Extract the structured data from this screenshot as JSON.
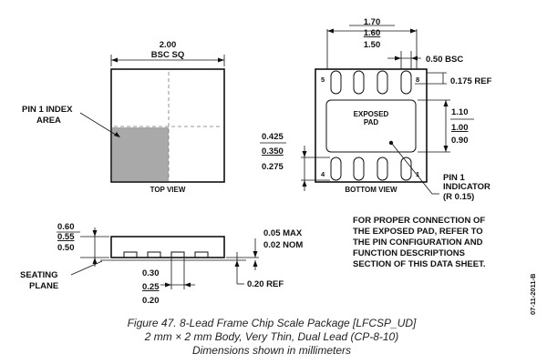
{
  "top_view": {
    "width_value": "2.00",
    "width_note": "BSC SQ",
    "pin1_label_line1": "PIN 1 INDEX",
    "pin1_label_line2": "AREA",
    "title": "TOP VIEW"
  },
  "bottom_view": {
    "width_max": "1.70",
    "width_nom": "1.60",
    "width_min": "1.50",
    "pitch": "0.50 BSC",
    "lead_offset": "0.175 REF",
    "pad_label_line1": "EXPOSED",
    "pad_label_line2": "PAD",
    "pad_height_max": "1.10",
    "pad_height_nom": "1.00",
    "pad_height_min": "0.90",
    "lead_length_max": "0.425",
    "lead_length_nom": "0.350",
    "lead_length_min": "0.275",
    "pin_numbers": {
      "p1": "1",
      "p4": "4",
      "p5": "5",
      "p8": "8"
    },
    "title": "BOTTOM VIEW",
    "pin1_indicator_line1": "PIN 1",
    "pin1_indicator_line2": "INDICATOR",
    "pin1_indicator_line3": "(R 0.15)"
  },
  "note": {
    "line1": "FOR PROPER CONNECTION OF",
    "line2": "THE EXPOSED PAD, REFER TO",
    "line3": "THE PIN CONFIGURATION AND",
    "line4": "FUNCTION DESCRIPTIONS",
    "line5": "SECTION OF THIS DATA SHEET."
  },
  "side_view": {
    "height_max": "0.60",
    "height_nom": "0.55",
    "height_min": "0.50",
    "standoff_max": "0.05 MAX",
    "standoff_nom": "0.02 NOM",
    "seating_line1": "SEATING",
    "seating_line2": "PLANE",
    "lead_width_max": "0.30",
    "lead_width_nom": "0.25",
    "lead_width_min": "0.20",
    "lead_thickness": "0.20 REF"
  },
  "caption": {
    "line1": "Figure 47. 8-Lead Frame Chip Scale Package [LFCSP_UD]",
    "line2": "2 mm × 2 mm Body, Very Thin, Dual Lead (CP-8-10)",
    "line3": "Dimensions shown in millimeters"
  },
  "doc_code": "07-11-2011-B",
  "colors": {
    "pin1_area_fill": "#a9a9a9",
    "line": "#111111"
  }
}
